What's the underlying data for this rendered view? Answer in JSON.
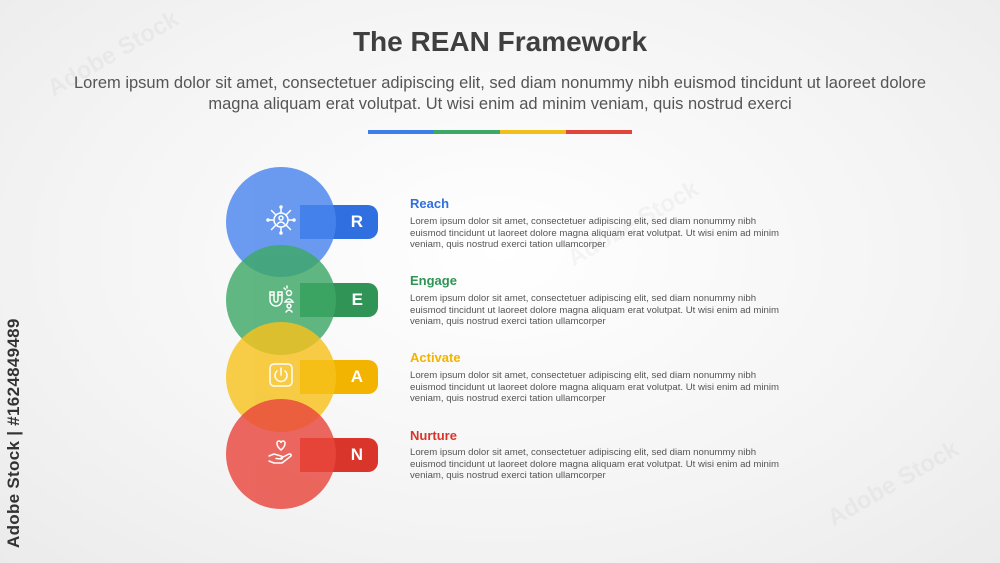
{
  "title": "The REAN Framework",
  "subtitle": "Lorem ipsum dolor sit amet, consectetuer adipiscing elit, sed diam nonummy nibh euismod tincidunt ut laoreet dolore magna aliquam erat volutpat. Ut wisi enim ad minim veniam, quis nostrud exerci",
  "underline_colors": [
    "#3d7fe8",
    "#3ea866",
    "#f0bf1e",
    "#e2453a"
  ],
  "items": [
    {
      "letter": "R",
      "title": "Reach",
      "description": "Lorem ipsum dolor sit amet, consectetuer adipiscing elit, sed diam nonummy nibh euismod tincidunt ut laoreet dolore magna aliquam erat volutpat. Ut wisi enim ad minim veniam, quis nostrud exerci tation ullamcorper",
      "color": "#4a86ee",
      "tab_color": "#2f6fe0",
      "icon": "network-person-icon"
    },
    {
      "letter": "E",
      "title": "Engage",
      "description": "Lorem ipsum dolor sit amet, consectetuer adipiscing elit, sed diam nonummy nibh euismod tincidunt ut laoreet dolore magna aliquam erat volutpat. Ut wisi enim ad minim veniam, quis nostrud exerci tation ullamcorper",
      "color": "#3ea866",
      "tab_color": "#2f9455",
      "icon": "magnet-person-icon"
    },
    {
      "letter": "A",
      "title": "Activate",
      "description": "Lorem ipsum dolor sit amet, consectetuer adipiscing elit, sed diam nonummy nibh euismod tincidunt ut laoreet dolore magna aliquam erat volutpat. Ut wisi enim ad minim veniam, quis nostrud exerci tation ullamcorper",
      "color": "#f7c21e",
      "tab_color": "#f2b400",
      "icon": "power-button-icon"
    },
    {
      "letter": "N",
      "title": "Nurture",
      "description": "Lorem ipsum dolor sit amet, consectetuer adipiscing elit, sed diam nonummy nibh euismod tincidunt ut laoreet dolore magna aliquam erat volutpat. Ut wisi enim ad minim veniam, quis nostrud exerci tation ullamcorper",
      "color": "#e9473d",
      "tab_color": "#d9352b",
      "icon": "hand-heart-icon"
    }
  ],
  "watermark": "Adobe Stock | #1624849489",
  "watermark_pattern": "Adobe Stock"
}
